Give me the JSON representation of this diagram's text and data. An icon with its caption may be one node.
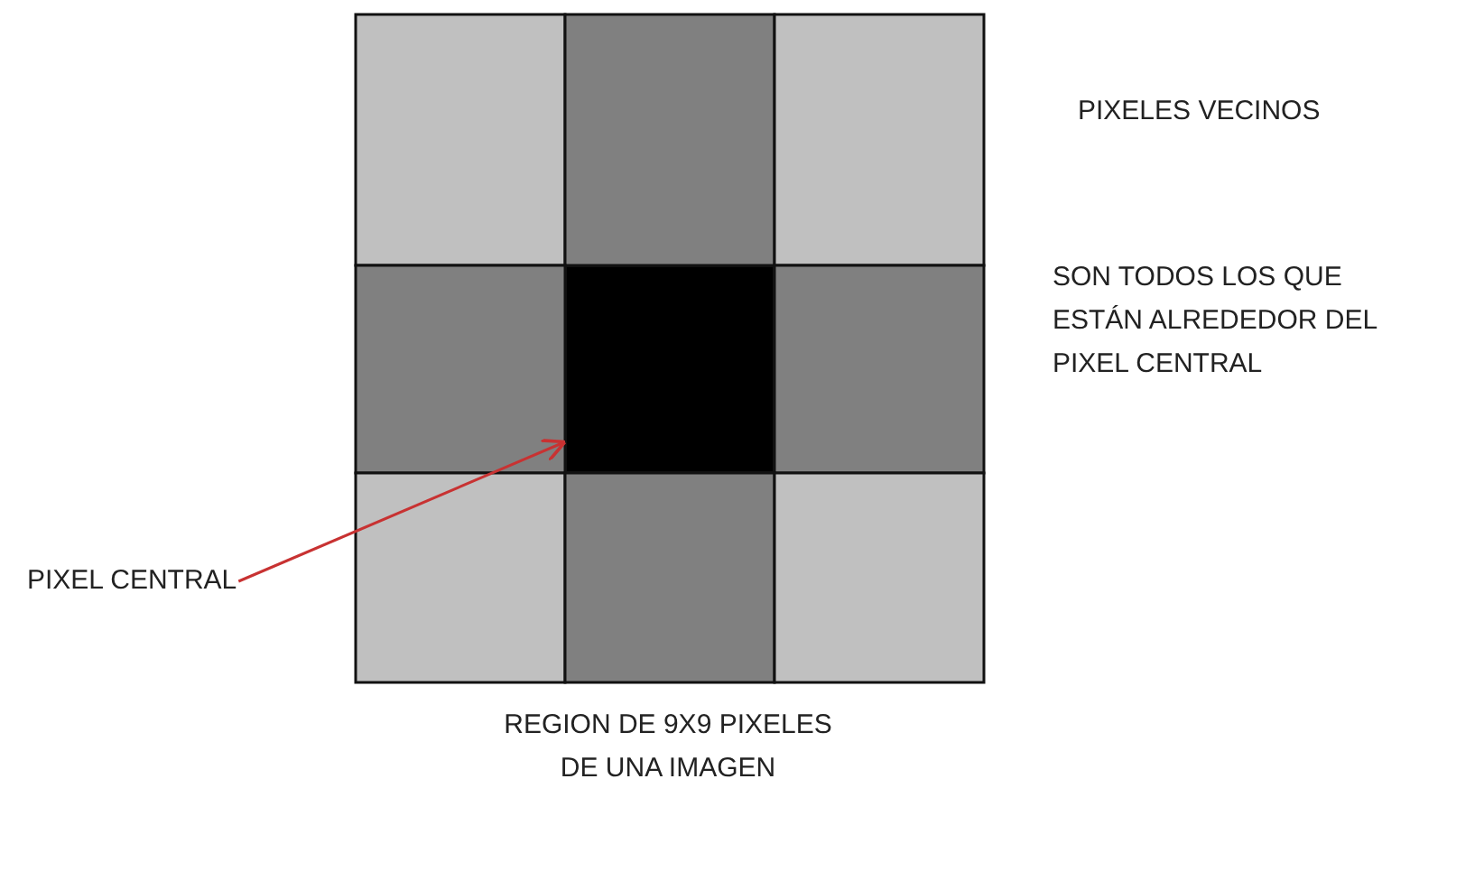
{
  "diagram": {
    "nodes": [
      {
        "text": [
          "PIXEL CENTRAL"
        ]
      },
      {
        "text": [],
        "shape": "box"
      }
    ],
    "edges": [
      {
        "from": 0,
        "to": 1,
        "arrow": "to",
        "color": "#c83232"
      }
    ],
    "labels": [
      "PIXELES VECINOS",
      "SON TODOS LOS QUE ESTÁN ALREDEDOR DEL PIXEL CENTRAL",
      "REGION DE 9X9 PIXELES DE UNA IMAGEN"
    ]
  }
}
